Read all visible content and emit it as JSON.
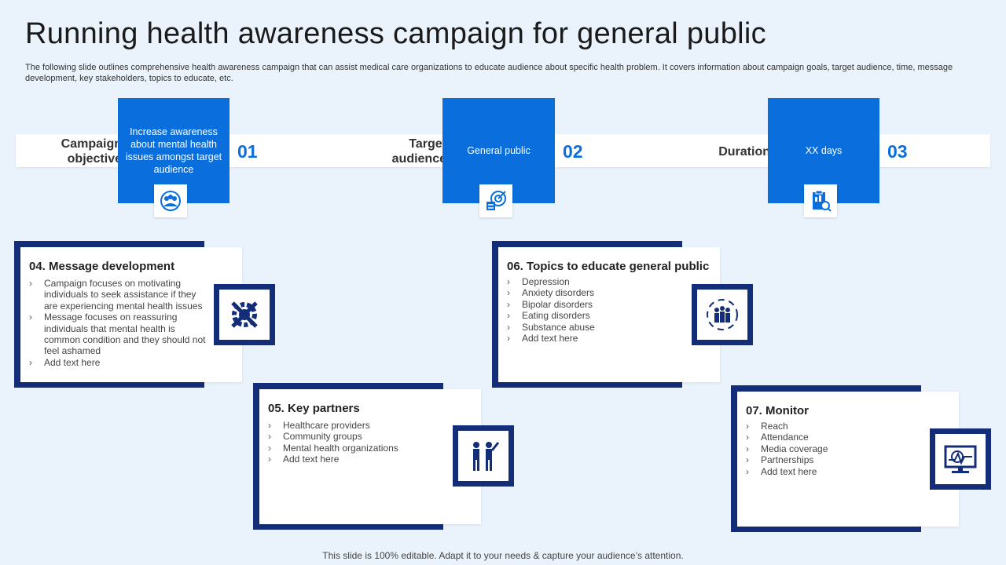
{
  "title": "Running health awareness campaign for general public",
  "subtitle": "The following slide outlines comprehensive health awareness campaign that can assist medical care organizations to educate audience about specific health problem. It covers information about campaign goals, target audience, time, message development, key stakeholders, topics to educate, etc.",
  "top_items": [
    {
      "label": "Campaign objective",
      "text": "Increase awareness about mental health issues amongst target audience",
      "number": "01",
      "icon": "people-target-icon"
    },
    {
      "label": "Target audience",
      "text": "General public",
      "number": "02",
      "icon": "target-chart-icon"
    },
    {
      "label": "Duration",
      "text": "XX days",
      "number": "03",
      "icon": "clipboard-calendar-icon"
    }
  ],
  "cards": {
    "message": {
      "title": "04. Message development",
      "items": [
        "Campaign focuses on motivating individuals to seek assistance if they are experiencing mental health issues",
        "Message focuses on reassuring individuals that mental health is common condition and they should not\nfeel ashamed",
        "Add text here"
      ],
      "icon": "gear-tools-icon"
    },
    "partners": {
      "title": "05. Key partners",
      "items": [
        "Healthcare providers",
        "Community groups",
        "Mental health organizations",
        "Add text here"
      ],
      "icon": "partners-icon"
    },
    "topics": {
      "title": "06. Topics to educate general public",
      "items": [
        "Depression",
        "Anxiety disorders",
        "Bipolar disorders",
        "Eating disorders",
        "Substance abuse",
        "Add text here"
      ],
      "icon": "group-cycle-icon"
    },
    "monitor": {
      "title": "07. Monitor",
      "items": [
        "Reach",
        "Attendance",
        "Media coverage",
        "Partnerships",
        "Add text here"
      ],
      "icon": "monitor-analytics-icon"
    }
  },
  "footer": "This slide is 100% editable. Adapt it to your needs & capture your audience’s attention."
}
